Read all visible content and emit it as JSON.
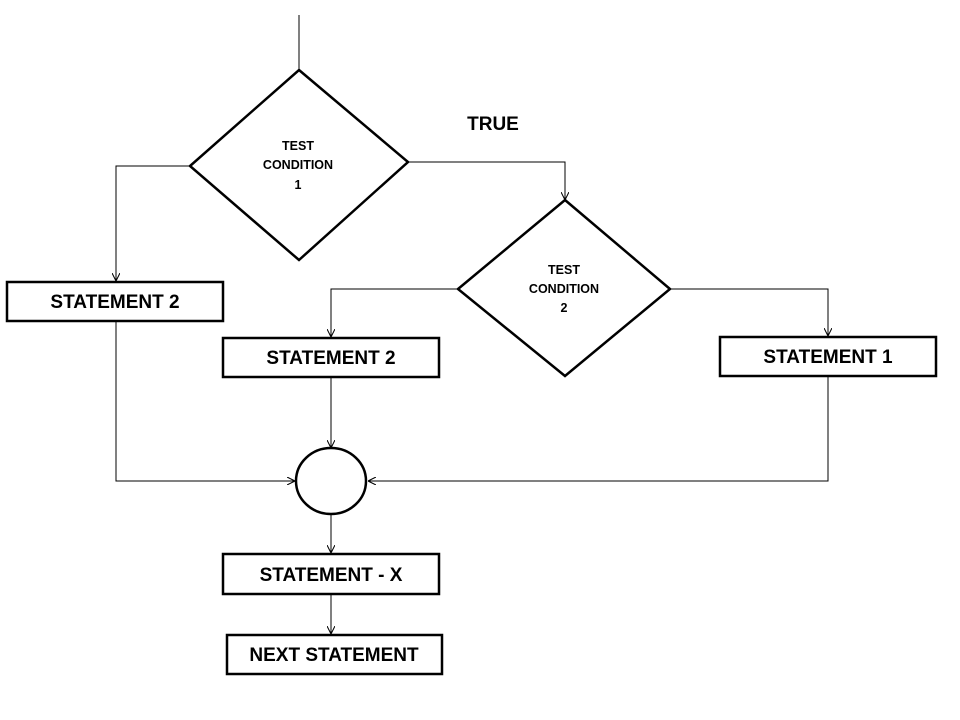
{
  "flowchart": {
    "decision1": {
      "lines": [
        "TEST",
        "CONDITION",
        "1"
      ]
    },
    "decision2": {
      "lines": [
        "TEST",
        "CONDITION",
        "2"
      ]
    },
    "true_label": "TRUE",
    "statement_left": "STATEMENT 2",
    "statement_mid": "STATEMENT 2",
    "statement_right": "STATEMENT 1",
    "statement_x": "STATEMENT - X",
    "next_statement": "NEXT STATEMENT"
  }
}
